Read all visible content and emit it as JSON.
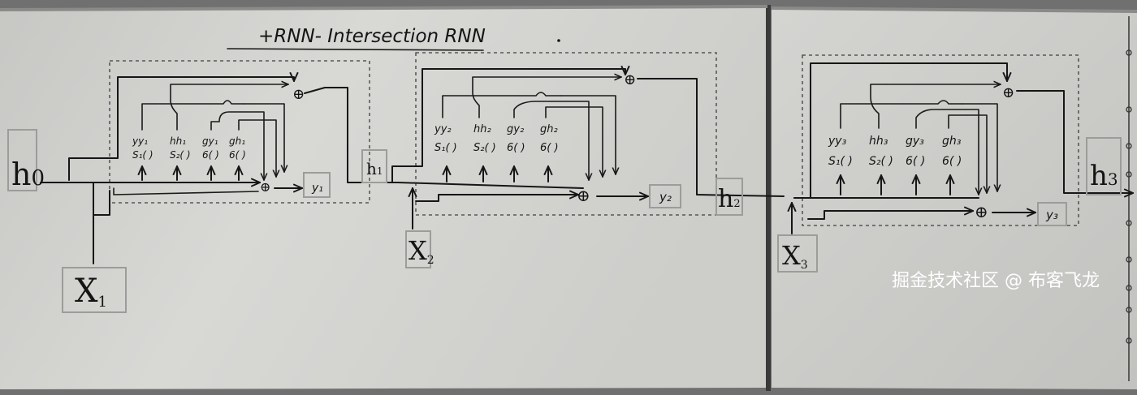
{
  "title": "+RNN- Intersection RNN",
  "initial_state": {
    "main": "h",
    "sub": "0"
  },
  "cells": [
    {
      "inputs": {
        "main": "X",
        "sub": "1"
      },
      "output": "y₁",
      "next_state": {
        "main": "h",
        "sub": "1"
      },
      "gates": [
        {
          "name": "yy₁",
          "fn": "S₁( )"
        },
        {
          "name": "hh₁",
          "fn": "S₂( )"
        },
        {
          "name": "gy₁",
          "fn": "6( )"
        },
        {
          "name": "gh₁",
          "fn": "6( )"
        }
      ]
    },
    {
      "inputs": {
        "main": "X",
        "sub": "2"
      },
      "output": "y₂",
      "next_state": {
        "main": "h",
        "sub": "2"
      },
      "gates": [
        {
          "name": "yy₂",
          "fn": "S₁( )"
        },
        {
          "name": "hh₂",
          "fn": "S₂( )"
        },
        {
          "name": "gy₂",
          "fn": "6( )"
        },
        {
          "name": "gh₂",
          "fn": "6( )"
        }
      ]
    },
    {
      "inputs": {
        "main": "X",
        "sub": "3"
      },
      "output": "y₃",
      "next_state": {
        "main": "h",
        "sub": "3"
      },
      "gates": [
        {
          "name": "yy₃",
          "fn": "S₁( )"
        },
        {
          "name": "hh₃",
          "fn": "S₂( )"
        },
        {
          "name": "gy₃",
          "fn": "6( )"
        },
        {
          "name": "gh₃",
          "fn": "6( )"
        }
      ]
    }
  ],
  "adder_symbol": "⊕",
  "watermark": "掘金技术社区 @ 布客飞龙"
}
